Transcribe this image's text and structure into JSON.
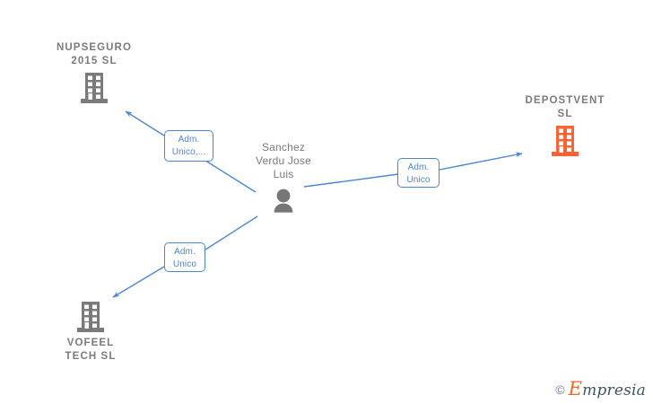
{
  "diagram": {
    "title": "Corporate relationship graph",
    "background": "#ffffff",
    "edge_color": "#4a86d6",
    "company_gray": "#7b7b7b",
    "company_orange": "#fa6432",
    "person_color": "#767676"
  },
  "nodes": {
    "nupseguro": {
      "label": "NUPSEGURO\n2015  SL",
      "icon": "building-icon",
      "icon_color": "#7b7b7b"
    },
    "depostvent": {
      "label": "DEPOSTVENT\nSL",
      "icon": "building-icon",
      "icon_color": "#fa6432"
    },
    "vofeel": {
      "label": "VOFEEL\nTECH  SL",
      "icon": "building-icon",
      "icon_color": "#7b7b7b"
    },
    "person": {
      "label": "Sanchez\nVerdu Jose\nLuis",
      "icon": "person-icon",
      "icon_color": "#767676"
    }
  },
  "edges": [
    {
      "id": "edge-person-nupseguro",
      "from": "person",
      "to": "nupseguro",
      "label": "Adm.\nUnico,..."
    },
    {
      "id": "edge-person-depostvent",
      "from": "person",
      "to": "depostvent",
      "label": "Adm.\nUnico"
    },
    {
      "id": "edge-person-vofeel",
      "from": "person",
      "to": "vofeel",
      "label": "Adm.\nUnico"
    }
  ],
  "watermark": {
    "copyright": "©",
    "brand_initial": "E",
    "brand_rest": "mpresia"
  }
}
